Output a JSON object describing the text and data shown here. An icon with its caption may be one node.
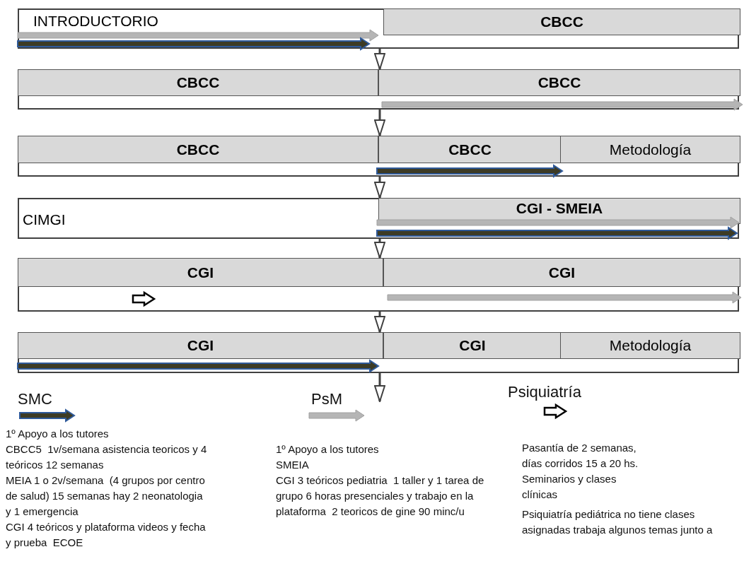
{
  "diagram": {
    "nodes": [
      {
        "text": [
          "INTRODUCTORIO"
        ]
      },
      {
        "text": [
          "CBCC"
        ],
        "in": 0
      },
      {
        "text": [],
        "shape": "box"
      },
      {
        "text": [
          "CBCC"
        ],
        "in": 2
      },
      {
        "text": [
          "CBCC"
        ],
        "in": 2
      },
      {
        "text": [],
        "shape": "box"
      },
      {
        "text": [
          "CBCC"
        ],
        "in": 5
      },
      {
        "text": [
          "CBCC"
        ],
        "in": 5
      },
      {
        "text": [
          "Metodología"
        ],
        "in": 5
      },
      {
        "text": [
          "CIMGI"
        ]
      },
      {
        "text": [
          "CGI - SMEIA"
        ],
        "in": 9
      },
      {
        "text": [],
        "shape": "box"
      },
      {
        "text": [
          "CGI"
        ],
        "in": 11
      },
      {
        "text": [
          "CGI"
        ],
        "in": 11
      },
      {
        "text": [],
        "shape": "box"
      },
      {
        "text": [
          "CGI"
        ],
        "in": 14
      },
      {
        "text": [
          "CGI"
        ],
        "in": 14
      },
      {
        "text": [
          "Metodología"
        ],
        "in": 14
      }
    ],
    "edges": [
      {
        "from": 0,
        "to": 2,
        "arrow": "to"
      },
      {
        "from": 2,
        "to": 5,
        "arrow": "to"
      },
      {
        "from": 5,
        "to": 9,
        "arrow": "to"
      },
      {
        "from": 9,
        "to": 11,
        "arrow": "to"
      },
      {
        "from": 11,
        "to": 14,
        "arrow": "to"
      },
      {
        "from": 14,
        "to": null,
        "arrow": "to"
      }
    ],
    "labels": [
      "1º Apoyo a los tutores",
      "CBCC5  1v/semana asistencia teoricos y 4 teóricos 12 semanas",
      "MEIA 1 o 2v/semana  (4 grupos por centro de salud) 15 semanas hay 2 neonatologia y 1 emergencia",
      "CGI 4 teóricos y plataforma videos y fecha y prueba  ECOE",
      "1º Apoyo a los tutores",
      "SMEIA",
      "CGI 3 teóricos pediatria  1 taller y 1 tarea de grupo 6 horas presenciales y trabajo en la plataforma  2 teoricos de gine 90 minc/u",
      "Pasantía de 2 semanas, días corridos 15 a 20 hs. Seminarios y clases clínicas",
      "Psiquiatría pediátrica no tiene clases asignadas trabaja algunos temas junto a"
    ],
    "legend": [
      {
        "text": "SMC"
      },
      {
        "text": "PsM"
      },
      {
        "text": "Psiquiatría"
      }
    ]
  }
}
